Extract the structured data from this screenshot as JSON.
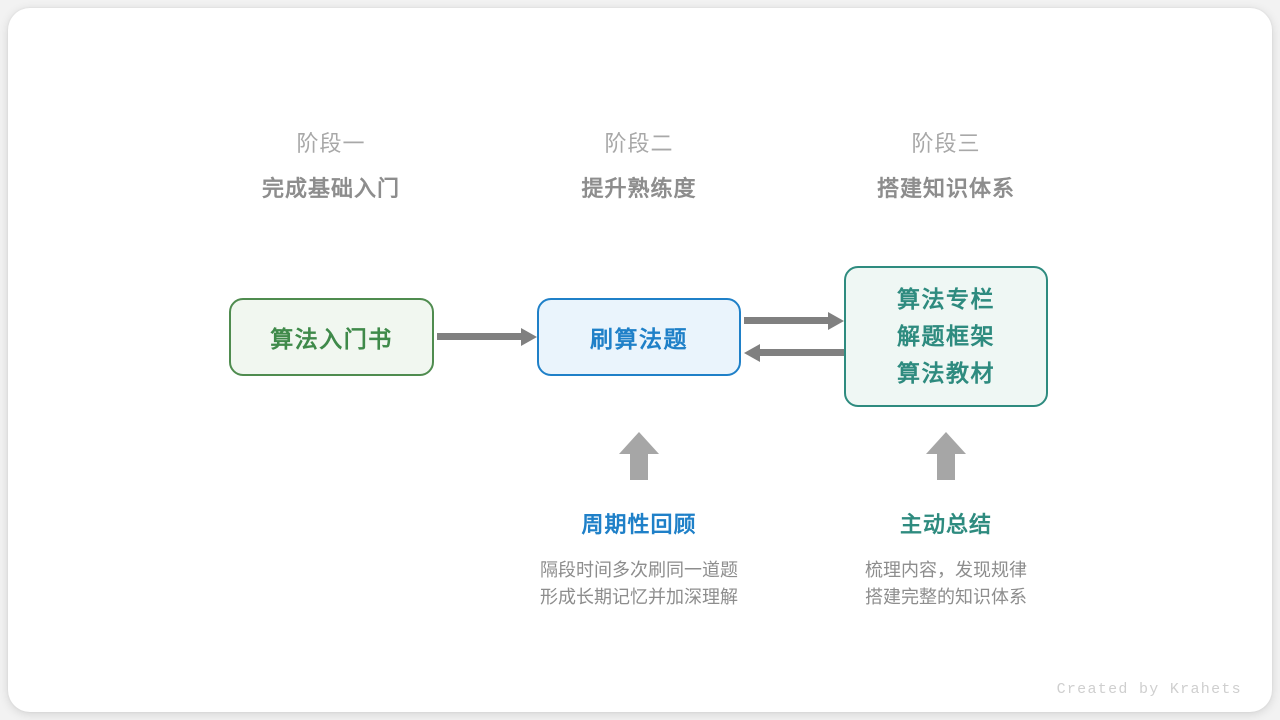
{
  "canvas": {
    "background": "#f2f2f2",
    "card_background": "#ffffff"
  },
  "colors": {
    "green": "#3f8a4a",
    "blue": "#1f80c8",
    "teal": "#2e8b7f",
    "gray_text": "#8d8d8d",
    "gray_kicker": "#a8a8a8",
    "arrow": "#808080",
    "block_arrow": "#a6a6a6",
    "credit": "#cfcfcf"
  },
  "stages": [
    {
      "kicker": "阶段一",
      "title": "完成基础入门"
    },
    {
      "kicker": "阶段二",
      "title": "提升熟练度"
    },
    {
      "kicker": "阶段三",
      "title": "搭建知识体系"
    }
  ],
  "nodes": {
    "book": {
      "lines": [
        "算法入门书"
      ]
    },
    "practice": {
      "lines": [
        "刷算法题"
      ]
    },
    "resources": {
      "lines": [
        "算法专栏",
        "解题框架",
        "算法教材"
      ]
    }
  },
  "arrows": {
    "book_to_practice": {
      "direction": "right"
    },
    "practice_to_resources": {
      "direction": "right"
    },
    "resources_to_practice": {
      "direction": "left"
    }
  },
  "annotations": [
    {
      "title": "周期性回顾",
      "desc_lines": [
        "隔段时间多次刷同一道题",
        "形成长期记忆并加深理解"
      ]
    },
    {
      "title": "主动总结",
      "desc_lines": [
        "梳理内容，发现规律",
        "搭建完整的知识体系"
      ]
    }
  ],
  "credit": "Created by Krahets"
}
